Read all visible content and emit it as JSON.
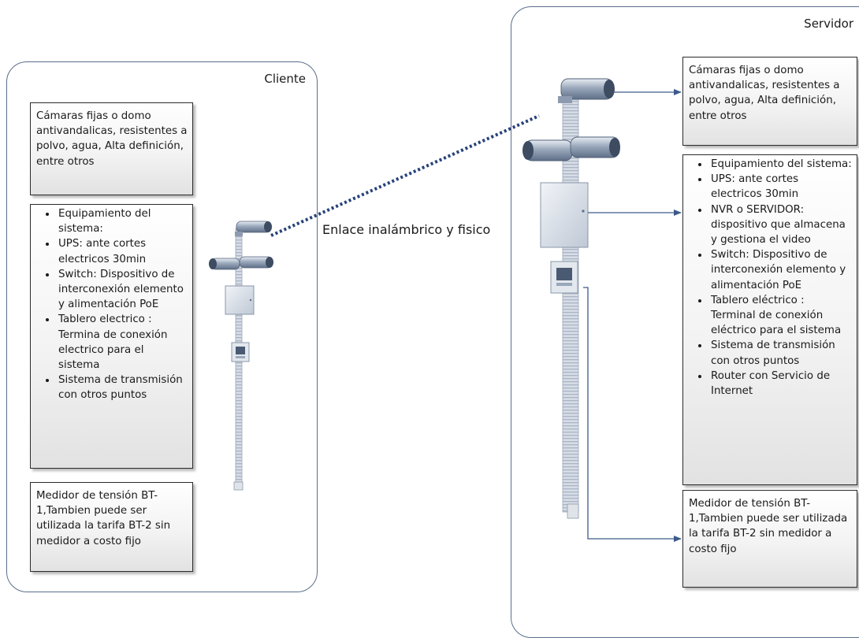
{
  "client": {
    "title": "Cliente",
    "cameras_text": "Cámaras fijas o domo antivandalicas, resistentes a polvo, agua, Alta definición, entre otros",
    "equipment_items": [
      "Equipamiento del sistema:",
      "UPS: ante cortes electricos 30min",
      "Switch: Dispositivo de interconexión elemento y alimentación PoE",
      "Tablero electrico : Termina de conexión electrico para el sistema",
      "Sistema de transmisión con otros puntos"
    ],
    "meter_text": "Medidor de tensión BT-1,Tambien puede ser utilizada la tarifa BT-2 sin medidor a costo fijo"
  },
  "server": {
    "title": "Servidor",
    "cameras_text": "Cámaras fijas o domo antivandalicas, resistentes a polvo, agua, Alta definición, entre otros",
    "equipment_items": [
      "Equipamiento del sistema:",
      "UPS: ante cortes electricos 30min",
      "NVR o SERVIDOR: dispositivo que almacena y gestiona el video",
      "Switch: Dispositivo de interconexión elemento y alimentación PoE",
      "Tablero eléctrico : Terminal de conexión eléctrico para el sistema",
      "Sistema de transmisión con otros puntos",
      "Router con Servicio de Internet"
    ],
    "meter_text": "Medidor de tensión BT-1,Tambien puede ser utilizada la tarifa BT-2 sin medidor a costo fijo"
  },
  "link_label": "Enlace inalámbrico y fisico",
  "colors": {
    "group_border": "#5a6e8c",
    "connector": "#3c5a8a",
    "wireless_link": "#27427a",
    "pole": "#bcc6d4",
    "camera": "#6d7f99"
  },
  "icons": [
    "camera-icon",
    "cabinet-icon",
    "electrical-panel-icon",
    "pole-icon"
  ]
}
